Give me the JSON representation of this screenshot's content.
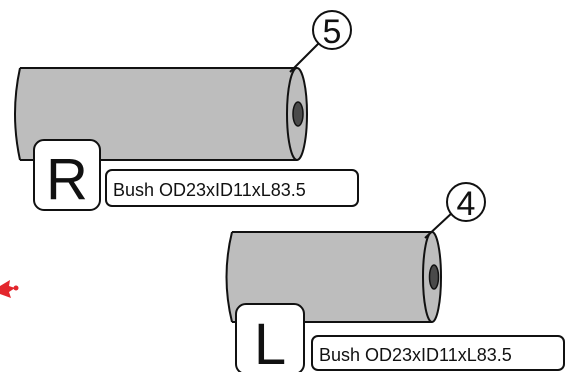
{
  "parts": [
    {
      "callout_number": "5",
      "side_letter": "R",
      "label": "Bush OD23xID11xL83.5"
    },
    {
      "callout_number": "4",
      "side_letter": "L",
      "label": "Bush OD23xID11xL83.5"
    }
  ],
  "colors": {
    "bush_body": "#bdbdbd",
    "outline": "#111111",
    "bore": "#4a4a4a",
    "marker": "#e3262d"
  }
}
